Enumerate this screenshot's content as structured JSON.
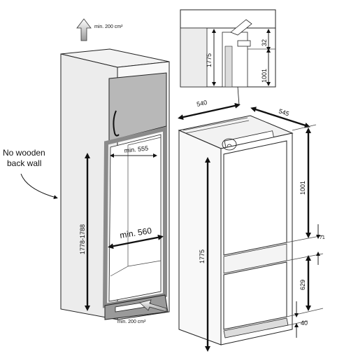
{
  "diagram": {
    "note_label": "No wooden\nback wall",
    "vent_top_label": "min. 200 cm²",
    "vent_bottom_label": "min. 200 cm²",
    "cabinet": {
      "inner_depth_label": "min. 555",
      "inner_width_label": "min. 560",
      "height_label": "1778-1788"
    },
    "fridge": {
      "width_label": "540",
      "depth_label": "545",
      "height_label": "1775",
      "upper_door_label": "1001",
      "gap_label": "71",
      "lower_door_label": "629",
      "foot_label": "40"
    },
    "detail": {
      "height_label": "1775",
      "upper_label": "1001",
      "gap_label": "32"
    }
  },
  "colors": {
    "cabinet_panel": "#ececec",
    "wall_cabinet": "#b8b8b8",
    "inner_frame": "#8a8a8a",
    "line": "#222222"
  }
}
